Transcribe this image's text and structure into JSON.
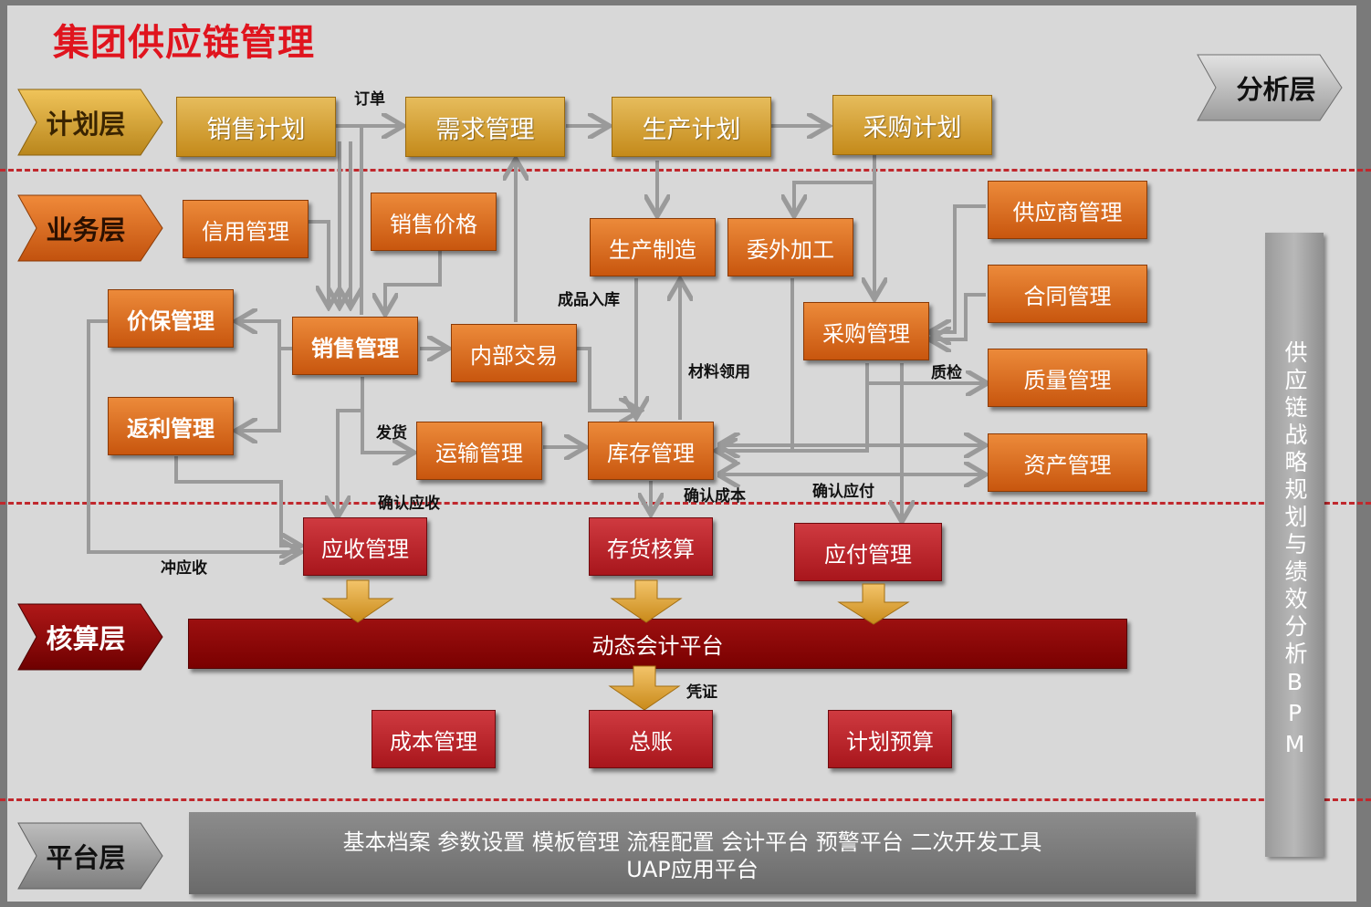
{
  "title": "集团供应链管理",
  "layers": {
    "plan": "计划层",
    "business": "业务层",
    "accounting": "核算层",
    "platform": "平台层",
    "analysis": "分析层"
  },
  "boxes": {
    "sales_plan": "销售计划",
    "demand_mgmt": "需求管理",
    "production_plan": "生产计划",
    "purchase_plan": "采购计划",
    "credit_mgmt": "信用管理",
    "sales_price": "销售价格",
    "manufacturing": "生产制造",
    "outsourcing": "委外加工",
    "supplier_mgmt": "供应商管理",
    "contract_mgmt": "合同管理",
    "price_protect": "价保管理",
    "sales_mgmt": "销售管理",
    "internal_trade": "内部交易",
    "purchase_mgmt": "采购管理",
    "quality_mgmt": "质量管理",
    "rebate_mgmt": "返利管理",
    "transport_mgmt": "运输管理",
    "inventory_mgmt": "库存管理",
    "asset_mgmt": "资产管理",
    "receivable_mgmt": "应收管理",
    "stock_accounting": "存货核算",
    "payable_mgmt": "应付管理",
    "cost_mgmt": "成本管理",
    "general_ledger": "总账",
    "budget_plan": "计划预算"
  },
  "accounting_platform": "动态会计平台",
  "labels": {
    "order": "订单",
    "finished_goods": "成品入库",
    "material_issue": "材料领用",
    "quality_check": "质检",
    "ship": "发货",
    "confirm_receivable": "确认应收",
    "confirm_cost": "确认成本",
    "confirm_payable": "确认应付",
    "offset_receivable": "冲应收",
    "voucher": "凭证"
  },
  "bpm": "供应链战略规划与绩效分析BPM",
  "platform": {
    "line1": "基本档案 参数设置 模板管理 流程配置 会计平台  预警平台 二次开发工具",
    "line2": "UAP应用平台"
  },
  "colors": {
    "title": "#e0141e",
    "plan_box": "#d9a53c",
    "business_box": "#e07022",
    "accounting_box": "#c0282d",
    "accounting_bar": "#8b0000",
    "dash": "#c0282d",
    "connector": "#9a9a9a",
    "down_arrow": "#e0a030"
  }
}
